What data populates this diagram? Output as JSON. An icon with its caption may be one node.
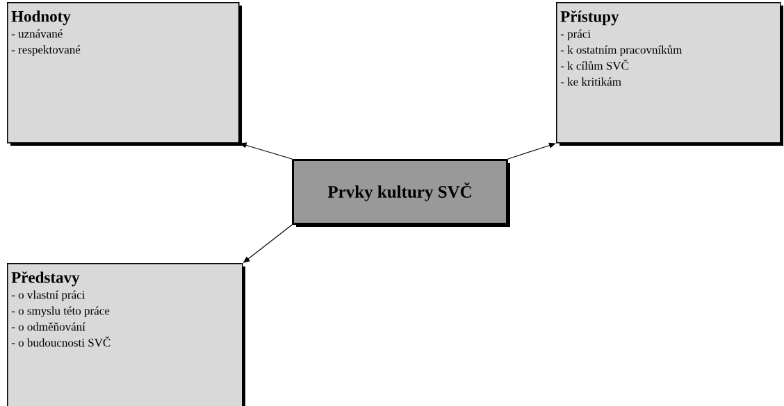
{
  "diagram": {
    "nodes": [
      {
        "text": [
          "Hodnoty",
          "- uznávané",
          "- respektované"
        ]
      },
      {
        "text": [
          "Přístupy",
          "- práci",
          "- k ostatním pracovníkům",
          "- k cílům SVČ",
          "- ke kritikám"
        ]
      },
      {
        "text": [
          "Prvky kultury SVČ"
        ]
      },
      {
        "text": [
          "Představy",
          "- o vlastní práci",
          "- o smyslu této práce",
          "- o odměňování",
          "- o budoucnosti SVČ"
        ]
      }
    ],
    "edges": [
      {
        "from": 2,
        "to": 0,
        "arrow": "to"
      },
      {
        "from": 2,
        "to": 1,
        "arrow": "to"
      },
      {
        "from": 2,
        "to": 3,
        "arrow": "to"
      }
    ]
  }
}
